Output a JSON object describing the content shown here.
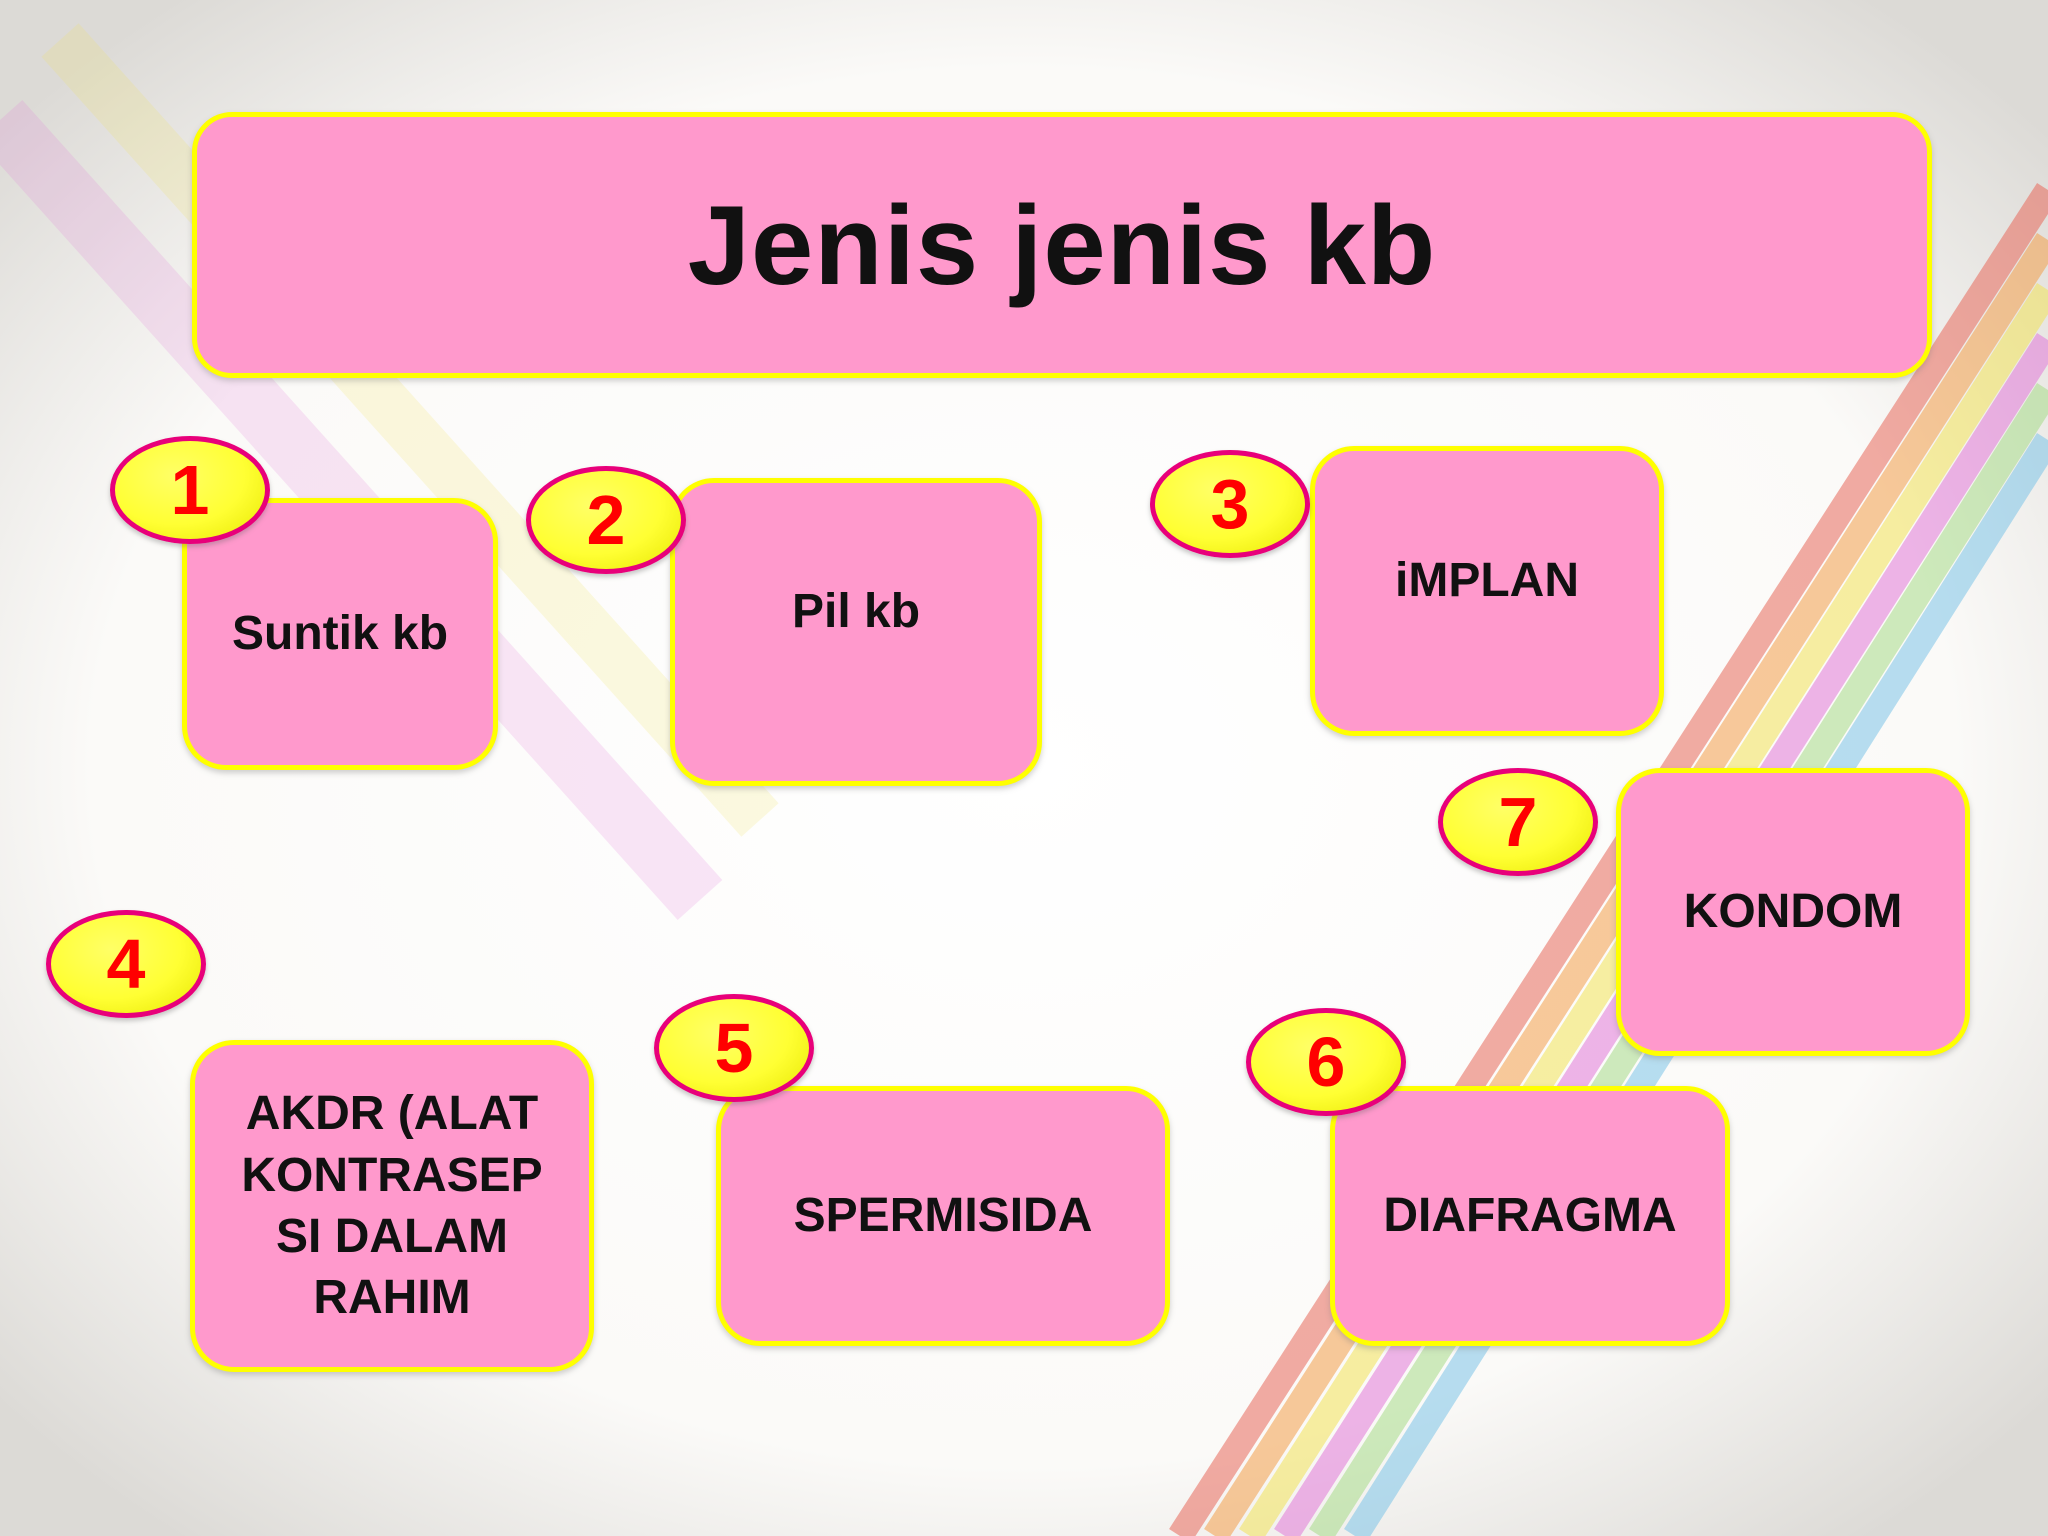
{
  "slide": {
    "title": "Jenis jenis kb"
  },
  "items": [
    {
      "number": "1",
      "label": "Suntik kb"
    },
    {
      "number": "2",
      "label": "Pil kb"
    },
    {
      "number": "3",
      "label": "iMPLAN"
    },
    {
      "number": "4",
      "label": "AKDR (ALAT KONTRASEP SI DALAM RAHIM"
    },
    {
      "number": "5",
      "label": "SPERMISIDA"
    },
    {
      "number": "6",
      "label": "DIAFRAGMA"
    },
    {
      "number": "7",
      "label": "KONDOM"
    }
  ],
  "colors": {
    "box_fill": "#ff99cc",
    "box_border": "#ffff00",
    "number_fill": "#ffff33",
    "number_border": "#e8007a",
    "number_text": "#ff0000"
  }
}
